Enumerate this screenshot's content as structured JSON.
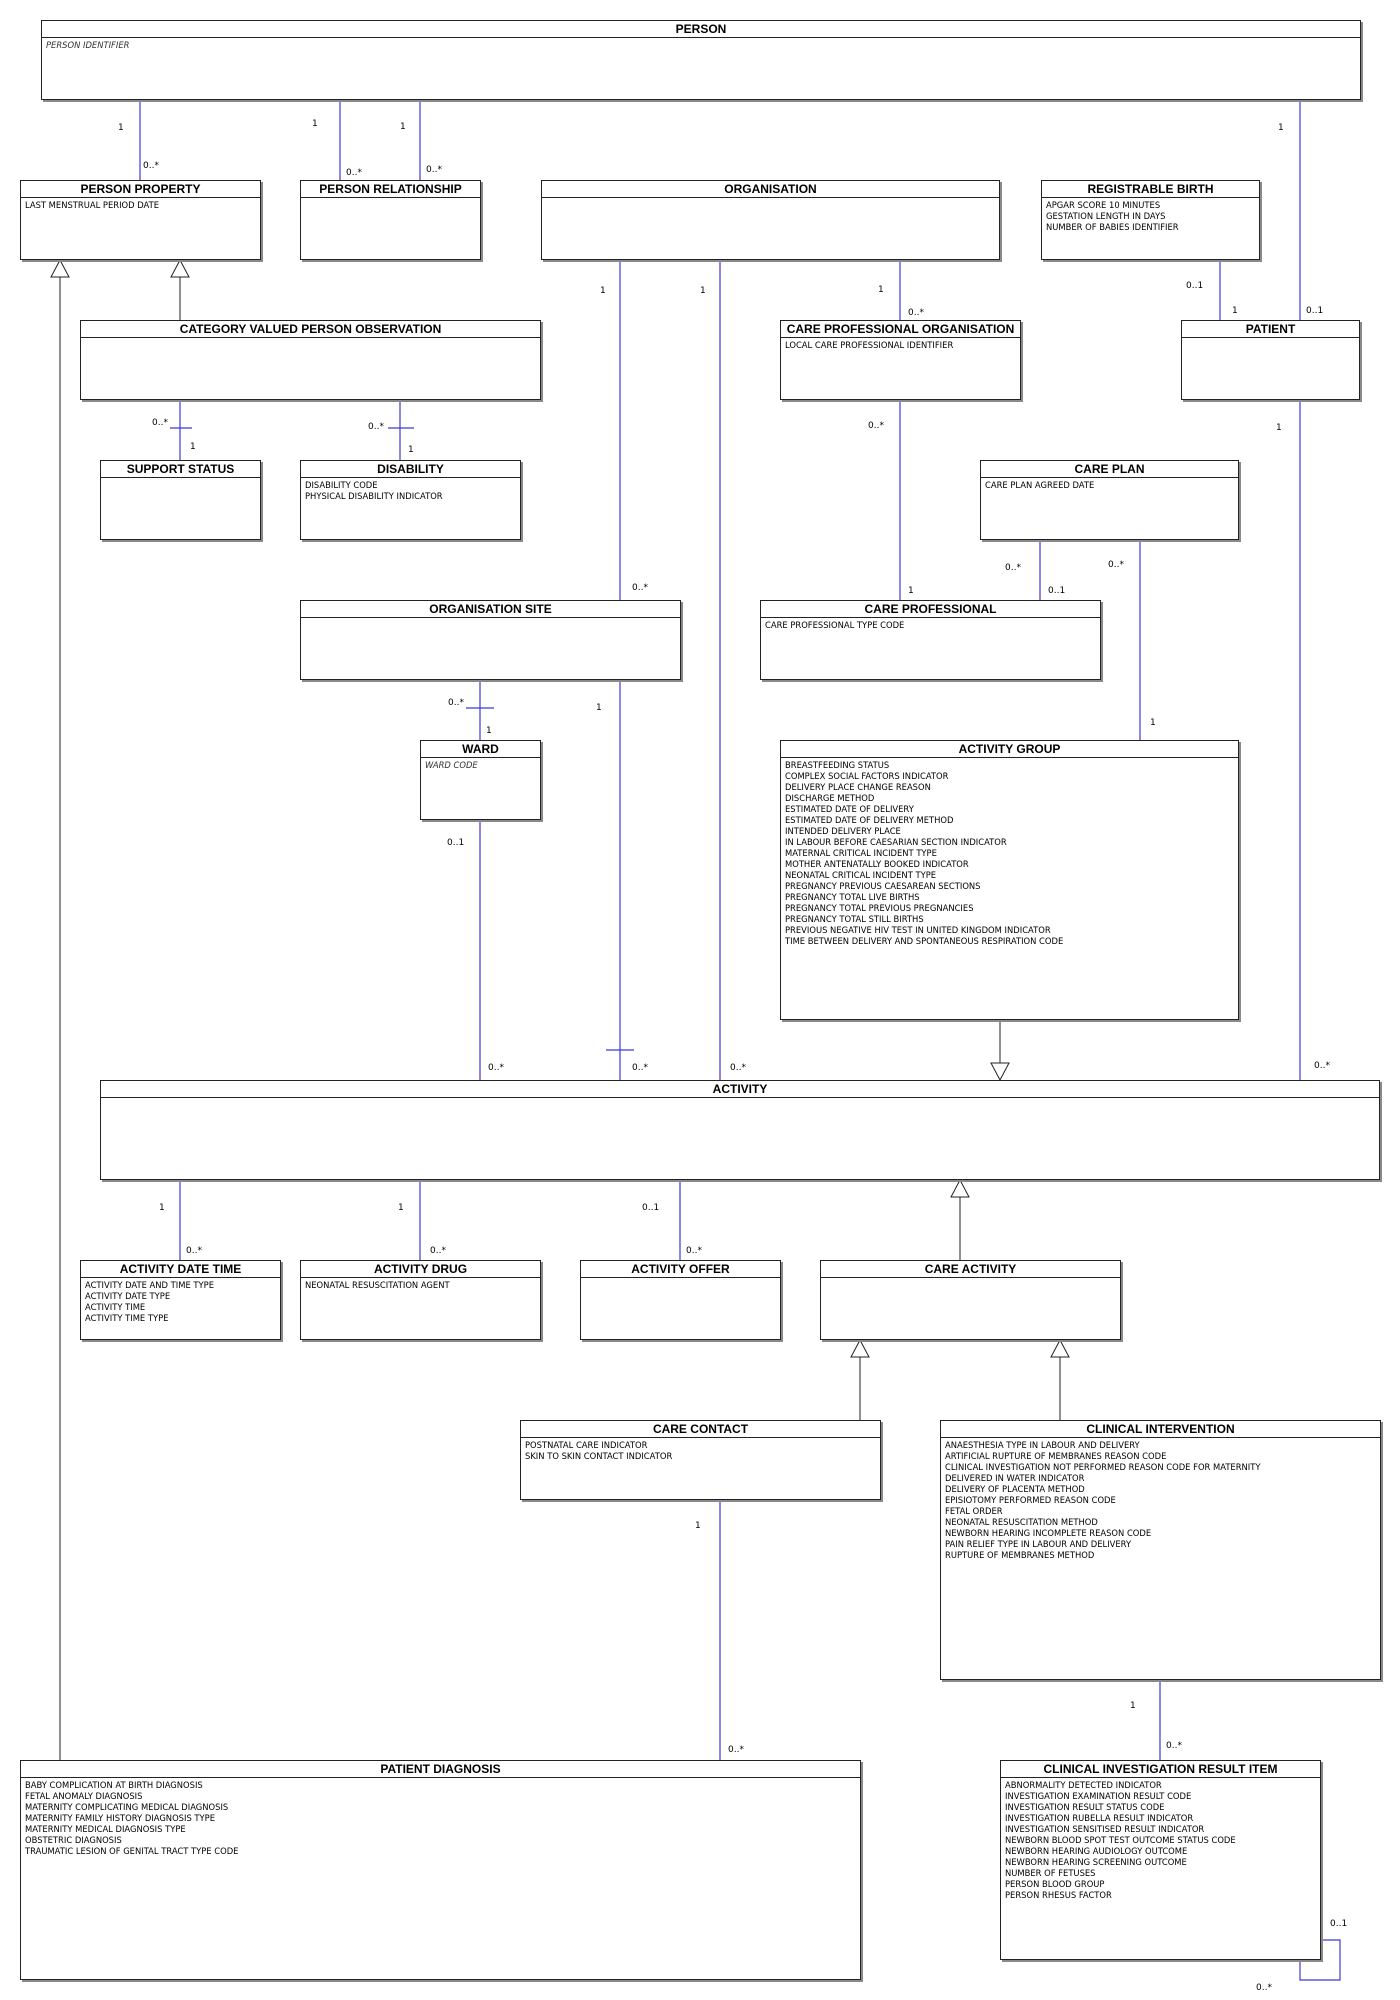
{
  "entities": [
    {
      "id": "person",
      "name": "PERSON",
      "attributes": [
        "PERSON IDENTIFIER"
      ],
      "italic": true
    },
    {
      "id": "person-property",
      "name": "PERSON PROPERTY",
      "attributes": [
        "LAST MENSTRUAL PERIOD DATE"
      ]
    },
    {
      "id": "person-relationship",
      "name": "PERSON RELATIONSHIP",
      "attributes": []
    },
    {
      "id": "organisation",
      "name": "ORGANISATION",
      "attributes": []
    },
    {
      "id": "registrable-birth",
      "name": "REGISTRABLE BIRTH",
      "attributes": [
        "APGAR SCORE 10 MINUTES",
        "GESTATION LENGTH IN DAYS",
        "NUMBER OF BABIES IDENTIFIER"
      ]
    },
    {
      "id": "category-valued-person-observation",
      "name": "CATEGORY VALUED PERSON OBSERVATION",
      "attributes": []
    },
    {
      "id": "care-professional-organisation",
      "name": "CARE PROFESSIONAL ORGANISATION",
      "attributes": [
        "LOCAL CARE PROFESSIONAL IDENTIFIER"
      ]
    },
    {
      "id": "patient",
      "name": "PATIENT",
      "attributes": []
    },
    {
      "id": "support-status",
      "name": "SUPPORT STATUS",
      "attributes": []
    },
    {
      "id": "disability",
      "name": "DISABILITY",
      "attributes": [
        "DISABILITY CODE",
        "PHYSICAL DISABILITY INDICATOR"
      ]
    },
    {
      "id": "care-plan",
      "name": "CARE PLAN",
      "attributes": [
        "CARE PLAN AGREED DATE"
      ]
    },
    {
      "id": "organisation-site",
      "name": "ORGANISATION SITE",
      "attributes": []
    },
    {
      "id": "care-professional",
      "name": "CARE PROFESSIONAL",
      "attributes": [
        "CARE PROFESSIONAL TYPE CODE"
      ]
    },
    {
      "id": "ward",
      "name": "WARD",
      "attributes": [
        "WARD CODE"
      ],
      "italic": true
    },
    {
      "id": "activity-group",
      "name": "ACTIVITY GROUP",
      "attributes": [
        "BREASTFEEDING STATUS",
        "COMPLEX SOCIAL FACTORS INDICATOR",
        "DELIVERY PLACE CHANGE REASON",
        "DISCHARGE METHOD",
        "ESTIMATED DATE OF DELIVERY",
        "ESTIMATED DATE OF DELIVERY METHOD",
        "INTENDED DELIVERY PLACE",
        "IN LABOUR BEFORE CAESARIAN SECTION INDICATOR",
        "MATERNAL CRITICAL INCIDENT TYPE",
        "MOTHER ANTENATALLY BOOKED INDICATOR",
        "NEONATAL CRITICAL INCIDENT TYPE",
        "PREGNANCY PREVIOUS CAESAREAN SECTIONS",
        "PREGNANCY TOTAL LIVE BIRTHS",
        "PREGNANCY TOTAL PREVIOUS PREGNANCIES",
        "PREGNANCY TOTAL STILL BIRTHS",
        "PREVIOUS NEGATIVE HIV TEST IN UNITED KINGDOM INDICATOR",
        "TIME BETWEEN DELIVERY AND SPONTANEOUS RESPIRATION CODE"
      ]
    },
    {
      "id": "activity",
      "name": "ACTIVITY",
      "attributes": []
    },
    {
      "id": "activity-date-time",
      "name": "ACTIVITY DATE TIME",
      "attributes": [
        "ACTIVITY DATE AND TIME TYPE",
        "ACTIVITY DATE TYPE",
        "ACTIVITY TIME",
        "ACTIVITY TIME TYPE"
      ]
    },
    {
      "id": "activity-drug",
      "name": "ACTIVITY DRUG",
      "attributes": [
        "NEONATAL RESUSCITATION AGENT"
      ]
    },
    {
      "id": "activity-offer",
      "name": "ACTIVITY OFFER",
      "attributes": []
    },
    {
      "id": "care-activity",
      "name": "CARE ACTIVITY",
      "attributes": []
    },
    {
      "id": "care-contact",
      "name": "CARE CONTACT",
      "attributes": [
        "POSTNATAL CARE INDICATOR",
        "SKIN TO SKIN CONTACT INDICATOR"
      ]
    },
    {
      "id": "clinical-intervention",
      "name": "CLINICAL INTERVENTION",
      "attributes": [
        "ANAESTHESIA TYPE IN LABOUR AND DELIVERY",
        "ARTIFICIAL RUPTURE OF MEMBRANES REASON CODE",
        "CLINICAL INVESTIGATION NOT PERFORMED REASON CODE FOR MATERNITY",
        "DELIVERED IN WATER INDICATOR",
        "DELIVERY OF PLACENTA METHOD",
        "EPISIOTOMY PERFORMED REASON CODE",
        "FETAL ORDER",
        "NEONATAL RESUSCITATION METHOD",
        "NEWBORN HEARING INCOMPLETE REASON CODE",
        "PAIN RELIEF TYPE IN LABOUR AND DELIVERY",
        "RUPTURE OF MEMBRANES METHOD"
      ]
    },
    {
      "id": "patient-diagnosis",
      "name": "PATIENT DIAGNOSIS",
      "attributes": [
        "BABY COMPLICATION AT BIRTH DIAGNOSIS",
        "FETAL ANOMALY DIAGNOSIS",
        "MATERNITY COMPLICATING MEDICAL DIAGNOSIS",
        "MATERNITY FAMILY HISTORY DIAGNOSIS TYPE",
        "MATERNITY MEDICAL DIAGNOSIS TYPE",
        "OBSTETRIC DIAGNOSIS",
        "TRAUMATIC LESION OF GENITAL TRACT TYPE CODE"
      ]
    },
    {
      "id": "clinical-investigation-result-item",
      "name": "CLINICAL INVESTIGATION RESULT ITEM",
      "attributes": [
        "ABNORMALITY DETECTED INDICATOR",
        "INVESTIGATION EXAMINATION RESULT CODE",
        "INVESTIGATION RESULT STATUS CODE",
        "INVESTIGATION RUBELLA RESULT INDICATOR",
        "INVESTIGATION SENSITISED RESULT INDICATOR",
        "NEWBORN BLOOD SPOT TEST OUTCOME STATUS CODE",
        "NEWBORN HEARING AUDIOLOGY OUTCOME",
        "NEWBORN HEARING SCREENING OUTCOME",
        "NUMBER OF FETUSES",
        "PERSON BLOOD GROUP",
        "PERSON RHESUS FACTOR"
      ]
    }
  ],
  "relationships": [
    {
      "id": "person-property-rel",
      "labels": [
        "1",
        "0..*"
      ]
    },
    {
      "id": "person-relationship-rel-a",
      "labels": [
        "1",
        "0..*"
      ]
    },
    {
      "id": "person-relationship-rel-b",
      "labels": [
        "1",
        "0..*"
      ]
    },
    {
      "id": "person-patient-rel",
      "labels": [
        "1",
        "0..1"
      ]
    },
    {
      "id": "registrable-birth-patient-rel",
      "labels": [
        "0..1",
        "1"
      ]
    },
    {
      "id": "organisation-cpo-rel",
      "labels": [
        "1",
        "0..*"
      ]
    },
    {
      "id": "organisation-site-rel",
      "labels": [
        "1",
        "0..*"
      ]
    },
    {
      "id": "organisation-activity-rel",
      "labels": [
        "1",
        "0..*"
      ]
    },
    {
      "id": "observation-support-status-rel",
      "labels": [
        "0..*",
        "1"
      ]
    },
    {
      "id": "observation-disability-rel",
      "labels": [
        "0..*",
        "1"
      ]
    },
    {
      "id": "cpo-care-professional-rel",
      "labels": [
        "0..*",
        "1"
      ]
    },
    {
      "id": "care-plan-care-professional-rel",
      "labels": [
        "0..*",
        "0..1"
      ]
    },
    {
      "id": "care-plan-activity-group-rel",
      "labels": [
        "0..*",
        "1"
      ]
    },
    {
      "id": "patient-activity-rel",
      "labels": [
        "1",
        "0..*"
      ]
    },
    {
      "id": "organisation-site-ward-rel",
      "labels": [
        "0..*",
        "1"
      ]
    },
    {
      "id": "organisation-site-activity-rel",
      "labels": [
        "1",
        "0..*"
      ]
    },
    {
      "id": "ward-activity-rel",
      "labels": [
        "0..1",
        "0..*"
      ]
    },
    {
      "id": "activity-date-time-rel",
      "labels": [
        "1",
        "0..*"
      ]
    },
    {
      "id": "activity-drug-rel",
      "labels": [
        "1",
        "0..*"
      ]
    },
    {
      "id": "activity-offer-rel",
      "labels": [
        "0..1",
        "0..*"
      ]
    },
    {
      "id": "care-contact-diagnosis-rel",
      "labels": [
        "1",
        "0..*"
      ]
    },
    {
      "id": "clinical-intervention-result-rel",
      "labels": [
        "1",
        "0..*"
      ]
    },
    {
      "id": "result-item-self-rel",
      "labels": [
        "0..1",
        "0..*"
      ]
    }
  ]
}
